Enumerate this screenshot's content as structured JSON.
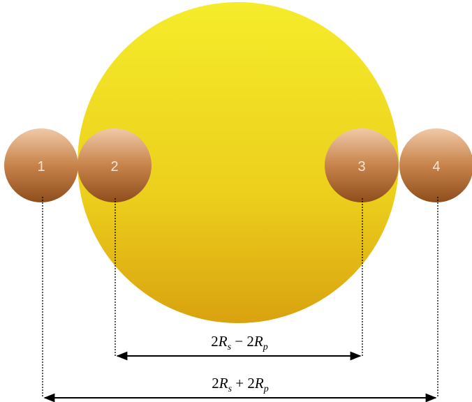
{
  "planets": [
    {
      "label": "1"
    },
    {
      "label": "2"
    },
    {
      "label": "3"
    },
    {
      "label": "4"
    }
  ],
  "dimensions": {
    "inner": {
      "coef_a": "2",
      "var_a": "R",
      "sub_a": "s",
      "op": " − ",
      "coef_b": "2",
      "var_b": "R",
      "sub_b": "p"
    },
    "outer": {
      "coef_a": "2",
      "var_a": "R",
      "sub_a": "s",
      "op": " + ",
      "coef_b": "2",
      "var_b": "R",
      "sub_b": "p"
    }
  },
  "colors": {
    "star_light": "#f5ec2a",
    "star_mid": "#eccf1c",
    "star_dark": "#d9a20f",
    "planet_light": "#f0c9a8",
    "planet_mid": "#c7834a",
    "planet_dark": "#8e4d1c",
    "line": "#000000"
  }
}
